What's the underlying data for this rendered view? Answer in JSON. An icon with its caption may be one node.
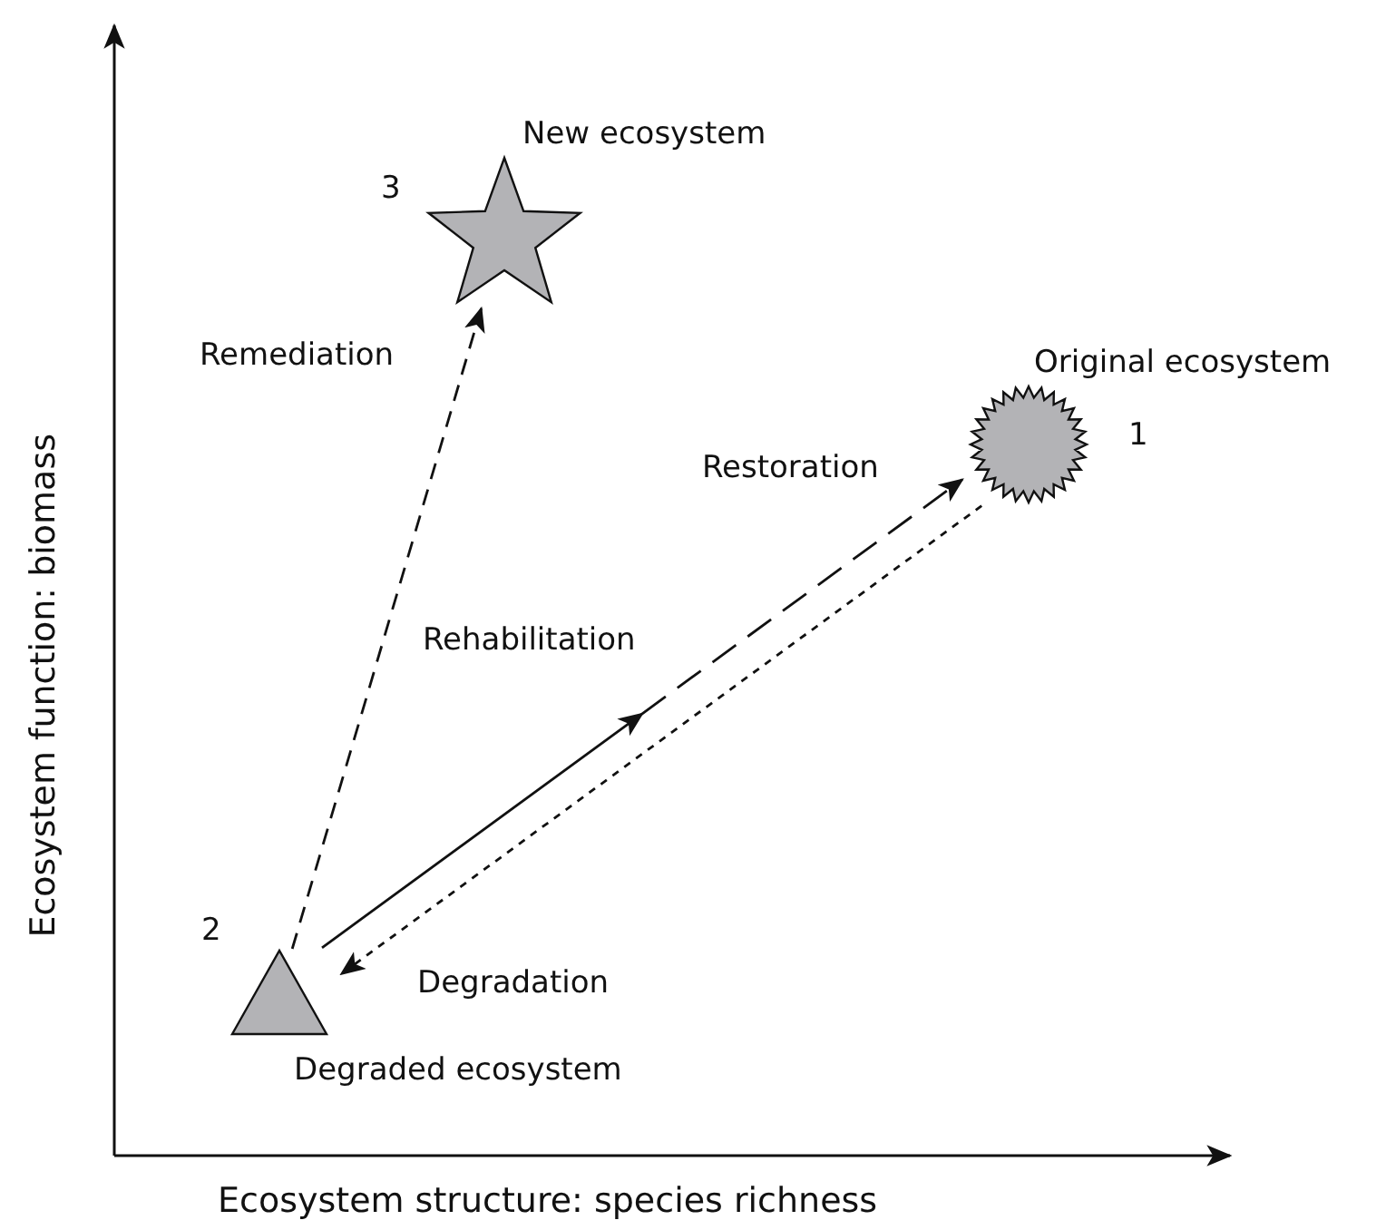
{
  "diagram": {
    "nodes": [
      {
        "text": [
          "New ecosystem"
        ],
        "beside": [
          "3"
        ]
      },
      {
        "text": [
          "Original ecosystem"
        ],
        "beside": [
          "1"
        ]
      },
      {
        "text": [
          "Degraded ecosystem"
        ],
        "beside": [
          "2"
        ]
      }
    ],
    "edges": [
      {
        "from": 2,
        "to": 0,
        "arrow": "to",
        "label": "Remediation",
        "style": "dashed"
      },
      {
        "from": 2,
        "to": 1,
        "arrow": "to",
        "label": "Rehabilitation"
      },
      {
        "from": 1,
        "to": 2,
        "arrow": "to",
        "label": "Degradation",
        "style": "dashed"
      }
    ],
    "labels": [
      "Restoration",
      "Ecosystem function: biomass",
      "Ecosystem structure: species richness"
    ]
  }
}
